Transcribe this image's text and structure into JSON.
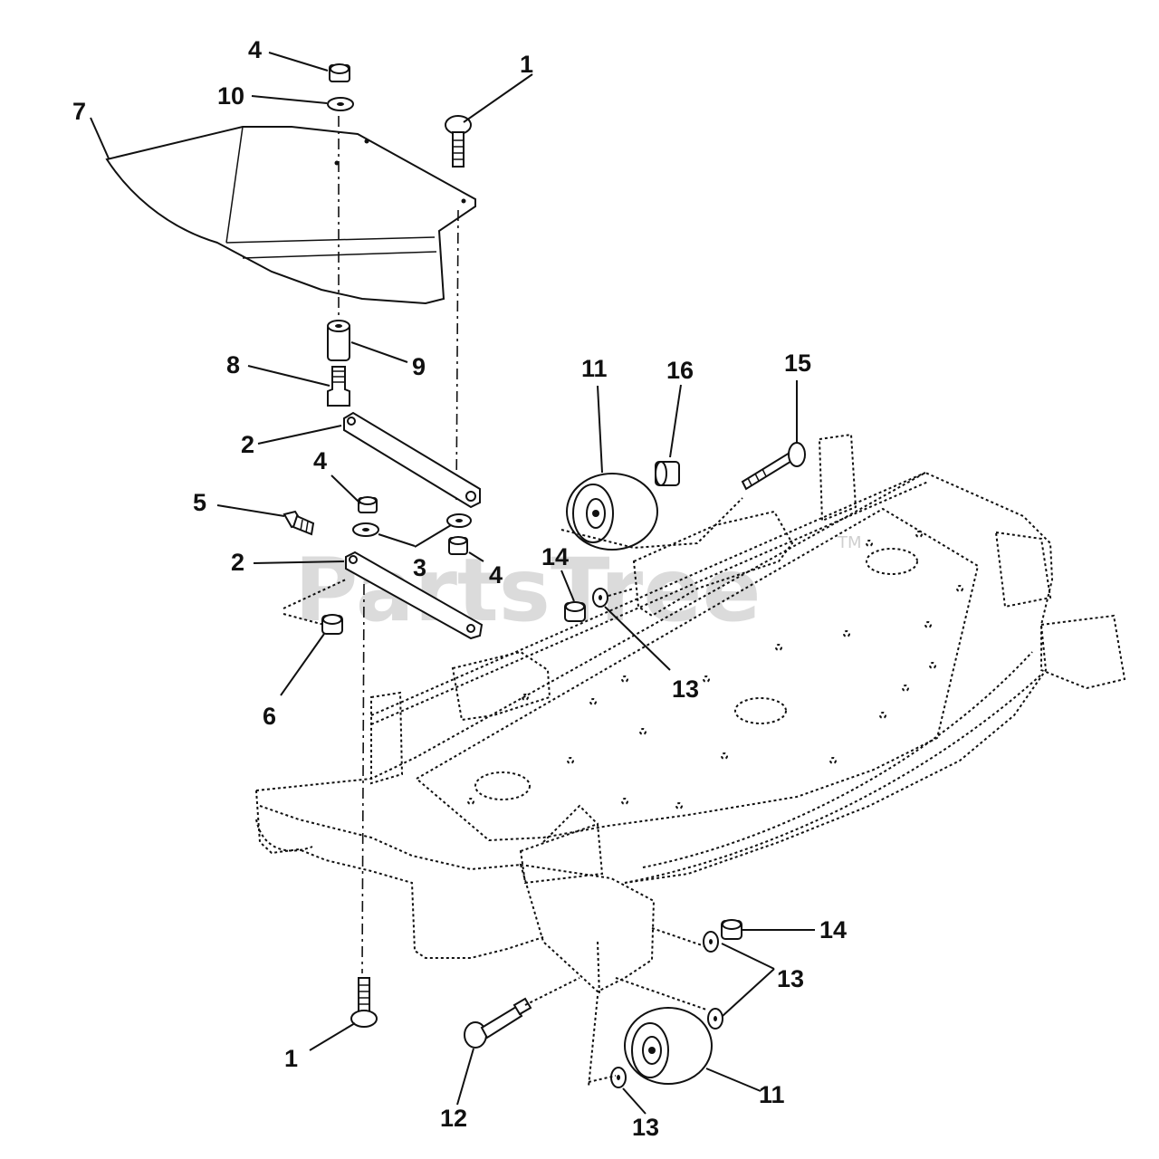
{
  "watermark": {
    "text": "PartsTree",
    "trademark": "TM"
  },
  "callouts": [
    {
      "label": "1"
    },
    {
      "label": "4"
    },
    {
      "label": "10"
    },
    {
      "label": "7"
    },
    {
      "label": "8"
    },
    {
      "label": "9"
    },
    {
      "label": "2"
    },
    {
      "label": "4"
    },
    {
      "label": "5"
    },
    {
      "label": "3"
    },
    {
      "label": "4"
    },
    {
      "label": "2"
    },
    {
      "label": "6"
    },
    {
      "label": "11"
    },
    {
      "label": "16"
    },
    {
      "label": "15"
    },
    {
      "label": "14"
    },
    {
      "label": "13"
    },
    {
      "label": "14"
    },
    {
      "label": "13"
    },
    {
      "label": "1"
    },
    {
      "label": "12"
    },
    {
      "label": "13"
    },
    {
      "label": "11"
    }
  ]
}
